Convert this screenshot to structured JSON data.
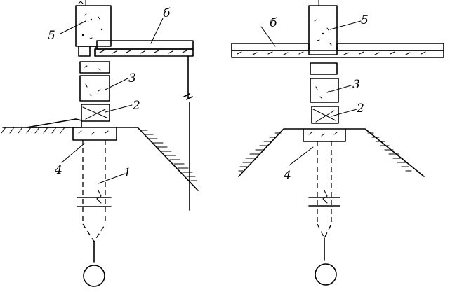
{
  "left_figure": {
    "labels": {
      "l5": "5",
      "l6": "б",
      "l3": "3",
      "l2": "2",
      "l4": "4",
      "l1": "1"
    }
  },
  "right_figure": {
    "labels": {
      "l6": "б",
      "l5": "5",
      "l3": "3",
      "l2": "2",
      "l4": "4"
    }
  }
}
